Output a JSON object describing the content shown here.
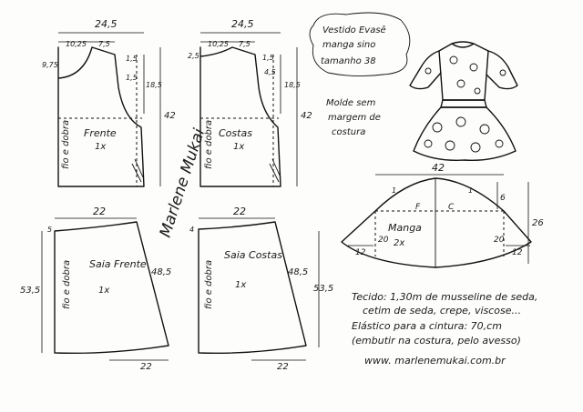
{
  "frente": {
    "width_top": "24,5",
    "w_left": "10,25",
    "w_right": "7,5",
    "shoulder": "1,5",
    "neck_drop": "9,75",
    "armhole_b": "1,5",
    "armhole_depth": "18,5",
    "length": "42",
    "fold": "fio e dobra",
    "name": "Frente",
    "qty": "1x"
  },
  "costas": {
    "width_top": "24,5",
    "w_left": "10,25",
    "w_right": "7,5",
    "neck_drop": "2,5",
    "shoulder": "1,5",
    "armhole_b": "4,5",
    "armhole_depth": "18,5",
    "length": "42",
    "fold": "fio e dobra",
    "name": "Costas",
    "qty": "1x"
  },
  "saia_frente": {
    "top": "22",
    "top_drop": "5",
    "length_left": "53,5",
    "length_right": "48,5",
    "bottom": "22",
    "fold": "fio e dobra",
    "name": "Saia Frente",
    "qty": "1x"
  },
  "saia_costas": {
    "top": "22",
    "top_drop": "4",
    "length_left": "48,5",
    "length_right": "53,5",
    "bottom": "22",
    "fold": "fio e dobra",
    "name": "Saia Costas",
    "qty": "1x"
  },
  "manga": {
    "top": "42",
    "cap_left": "1",
    "cap_right": "1",
    "cap_height": "6",
    "side_height": "26",
    "letter_f": "F",
    "letter_c": "C",
    "cut_left": "20",
    "cut_right": "20",
    "flare_left": "12",
    "flare_right": "12",
    "name": "Manga",
    "qty": "2x"
  },
  "title": {
    "line1": "Vestido Evasê",
    "line2": "manga sino",
    "line3": "tamanho 38"
  },
  "note": {
    "line1": "Molde sem",
    "line2": "margem de",
    "line3": "costura"
  },
  "signature": "Marlene Mukai",
  "materials": {
    "line1": "Tecido: 1,30m de musseline de seda,",
    "line2": "cetim de seda, crepe, viscose...",
    "line3": "Elástico para a cintura: 70,cm",
    "line4": "(embutir na costura, pelo avesso)",
    "url": "www. marlenemukai.com.br"
  }
}
